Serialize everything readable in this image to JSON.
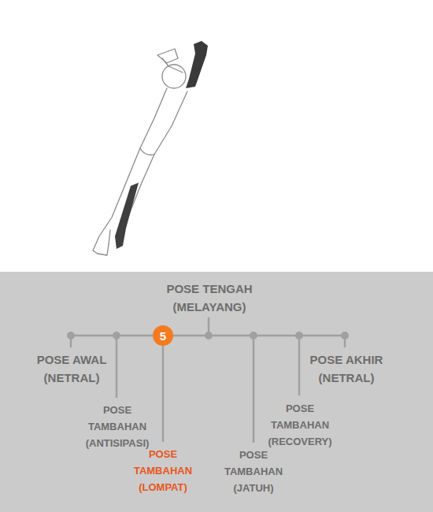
{
  "diagram": {
    "nodes": [
      {
        "text": [
          "5"
        ]
      }
    ],
    "labels": [
      "POSE TENGAH (MELAYANG)",
      "POSE AWAL (NETRAL)",
      "POSE AKHIR (NETRAL)",
      "POSE TAMBAHAN (ANTISIPASI)",
      "POSE TAMBAHAN (RECOVERY)",
      "POSE TAMBAHAN (LOMPAT)",
      "POSE TAMBAHAN (JATUH)"
    ]
  }
}
